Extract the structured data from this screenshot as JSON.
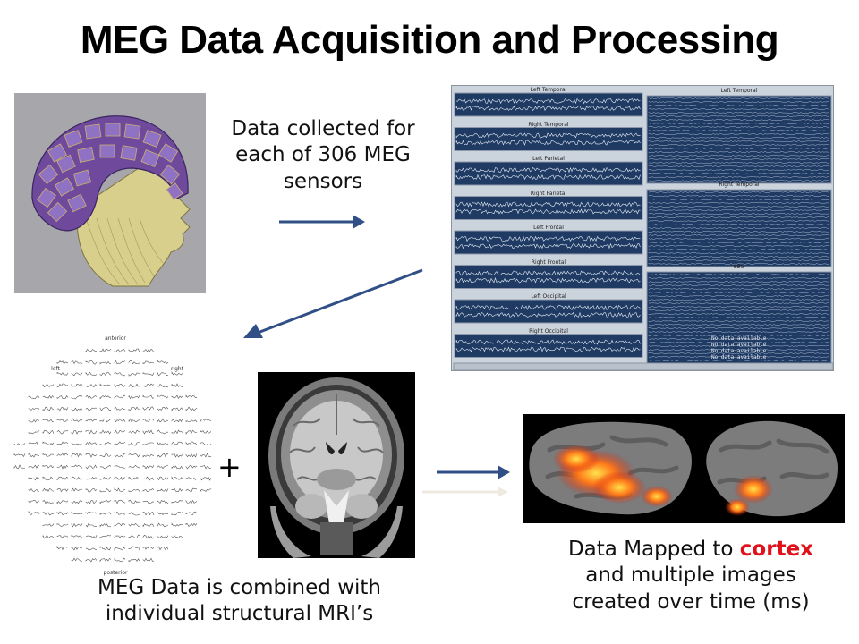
{
  "slide": {
    "title": "MEG Data Acquisition and Processing"
  },
  "captions": {
    "sensors": "Data collected for each of 306 MEG sensors",
    "combined_line1": "MEG Data is combined with",
    "combined_line2": "individual structural  MRI’s",
    "mapped_prefix": "Data Mapped to ",
    "mapped_highlight": "cortex",
    "mapped_line2": "and multiple images",
    "mapped_line3": "created over time (ms)"
  },
  "plus_sign": "+",
  "trace_panel": {
    "left_labels": [
      "Left Temporal",
      "Right Temporal",
      "Left Parietal",
      "Right Parietal",
      "Left Frontal",
      "Right Frontal",
      "Left Occipital",
      "Right Occipital"
    ],
    "right_labels": [
      "Left Temporal",
      "Right Temporal",
      "EEG"
    ],
    "no_data_text": "No data available"
  },
  "topo_labels": {
    "anterior": "anterior",
    "left": "left",
    "right": "right",
    "posterior": "posterior"
  },
  "colors": {
    "arrow": "#2f4f86",
    "highlight": "#e0111b",
    "trace_bg": "#1f3b64"
  }
}
